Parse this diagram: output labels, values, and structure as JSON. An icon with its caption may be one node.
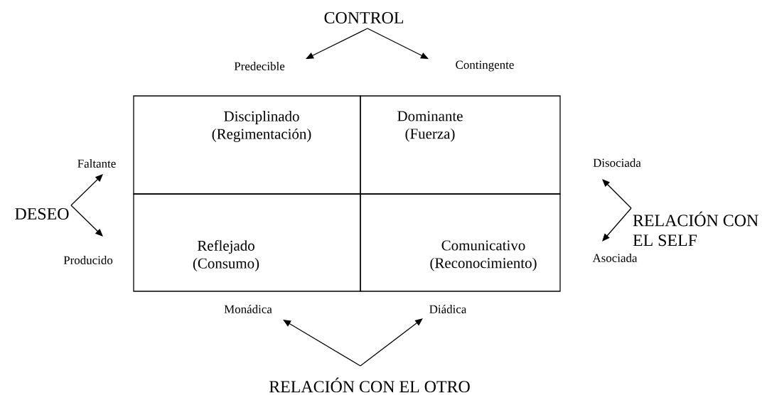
{
  "diagram": {
    "nodes": [
      {
        "text": [
          "CONTROL"
        ]
      },
      {
        "text": [
          "Predecible"
        ]
      },
      {
        "text": [
          "Contingente"
        ]
      },
      {
        "text": [
          "Disciplinado",
          "(Regimentación)"
        ]
      },
      {
        "text": [
          "Dominante",
          "(Fuerza)"
        ]
      },
      {
        "text": [
          "Reflejado",
          "(Consumo)"
        ]
      },
      {
        "text": [
          "Comunicativo",
          "(Reconocimiento)"
        ]
      },
      {
        "text": [
          "Faltante"
        ]
      },
      {
        "text": [
          "DESEO"
        ]
      },
      {
        "text": [
          "Producido"
        ]
      },
      {
        "text": [
          "Disociada"
        ]
      },
      {
        "text": [
          "RELACIÓN CON EL SELF"
        ]
      },
      {
        "text": [
          "Asociada"
        ]
      },
      {
        "text": [
          "Monádica"
        ]
      },
      {
        "text": [
          "Diádica"
        ]
      },
      {
        "text": [
          "RELACIÓN CON EL OTRO"
        ]
      }
    ],
    "edges": [
      {
        "from": 0,
        "to": 1,
        "arrow": "to"
      },
      {
        "from": 0,
        "to": 2,
        "arrow": "to"
      },
      {
        "from": 8,
        "to": 7,
        "arrow": "to"
      },
      {
        "from": 8,
        "to": 9,
        "arrow": "to"
      },
      {
        "from": 11,
        "to": 10,
        "arrow": "to"
      },
      {
        "from": 11,
        "to": 12,
        "arrow": "to"
      },
      {
        "from": 15,
        "to": 13,
        "arrow": "to"
      },
      {
        "from": 15,
        "to": 14,
        "arrow": "to"
      }
    ]
  }
}
